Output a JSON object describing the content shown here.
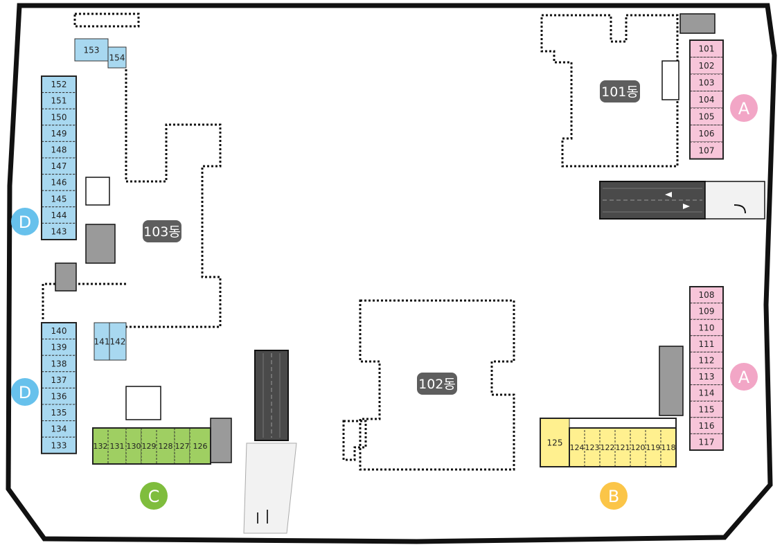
{
  "colors": {
    "outline": "#111111",
    "zone_a": "#f2a6c6",
    "zone_b": "#fbc548",
    "zone_c": "#7fbd3d",
    "zone_d": "#67c1ec",
    "unit_a": "#f7c5d9",
    "unit_b": "#fff08f",
    "unit_c": "#9fcf62",
    "unit_d": "#a8d8f0",
    "building_label_bg": "#5e5e5e"
  },
  "buildings": [
    {
      "id": "101",
      "label": "101동"
    },
    {
      "id": "102",
      "label": "102동"
    },
    {
      "id": "103",
      "label": "103동"
    }
  ],
  "zones": [
    {
      "id": "a-top",
      "letter": "A"
    },
    {
      "id": "a-bottom",
      "letter": "A"
    },
    {
      "id": "b",
      "letter": "B"
    },
    {
      "id": "c",
      "letter": "C"
    },
    {
      "id": "d-top",
      "letter": "D"
    },
    {
      "id": "d-bottom",
      "letter": "D"
    }
  ],
  "units": {
    "a_top": [
      "101",
      "102",
      "103",
      "104",
      "105",
      "106",
      "107"
    ],
    "a_bottom": [
      "108",
      "109",
      "110",
      "111",
      "112",
      "113",
      "114",
      "115",
      "116",
      "117"
    ],
    "b": [
      "125",
      "124",
      "123",
      "122",
      "121",
      "120",
      "119",
      "118"
    ],
    "c": [
      "132",
      "131",
      "130",
      "129",
      "128",
      "127",
      "126"
    ],
    "d_top_column": [
      "152",
      "151",
      "150",
      "149",
      "148",
      "147",
      "146",
      "145",
      "144",
      "143"
    ],
    "d_top_extra": [
      "153",
      "154"
    ],
    "d_bottom_column": [
      "140",
      "139",
      "138",
      "137",
      "136",
      "135",
      "134",
      "133"
    ],
    "d_bottom_extra": [
      "141",
      "142"
    ]
  }
}
